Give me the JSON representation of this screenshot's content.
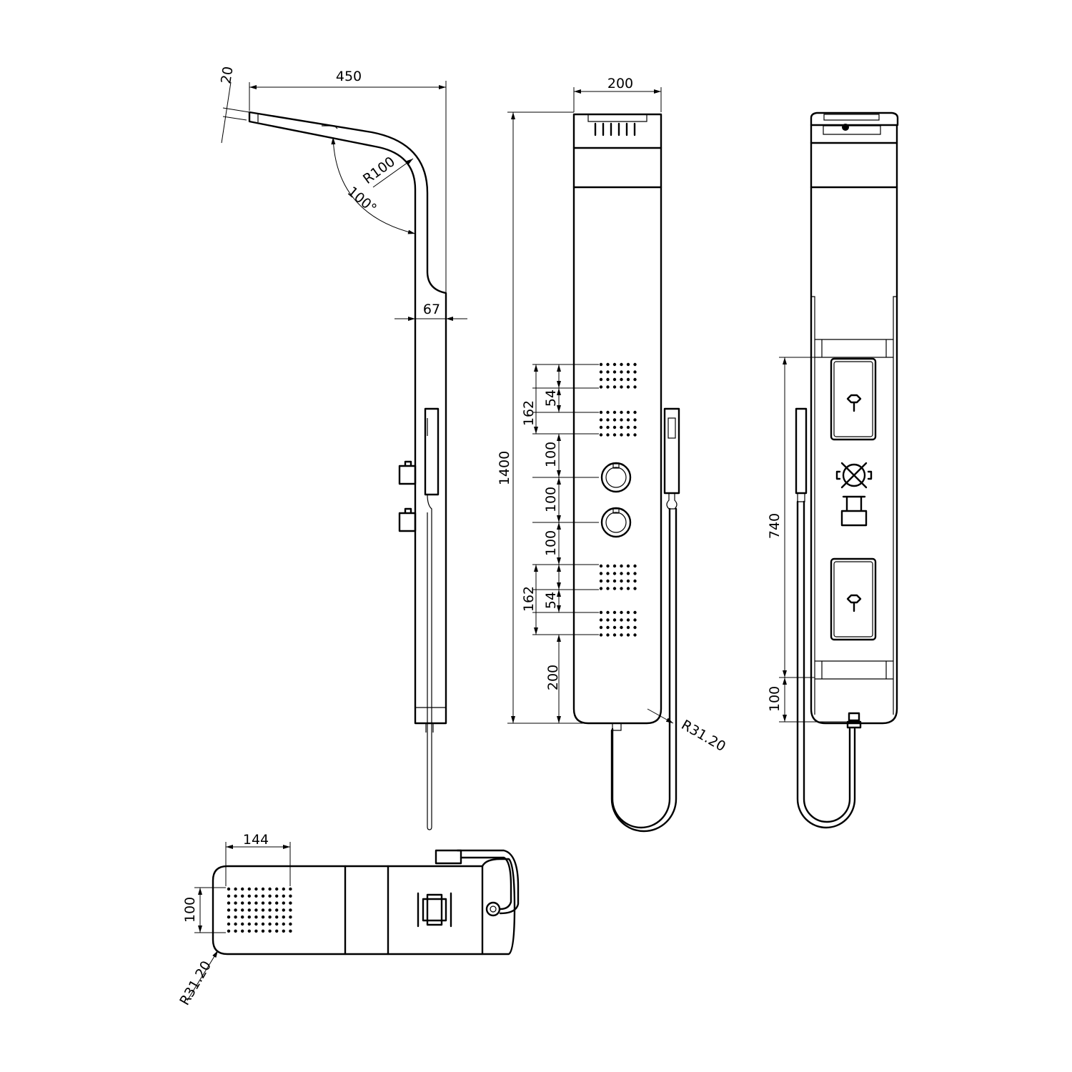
{
  "colors": {
    "line": "#000000",
    "background": "#ffffff"
  },
  "side_view": {
    "head_thickness": "20",
    "arm_reach": "450",
    "bend_radius": "R100",
    "arm_angle": "100°",
    "body_depth": "67"
  },
  "front_view": {
    "width": "200",
    "height": "1400",
    "jets_top_span": "162",
    "jets_top_pitch": "54",
    "gap_to_knob1": "100",
    "knob_pitch": "100",
    "gap_to_jets": "100",
    "jets_bottom_span": "162",
    "jets_bottom_pitch": "54",
    "bottom_offset": "200",
    "corner_radius": "R31.20"
  },
  "rear_view": {
    "inlet_spacing": "740",
    "inlet_bottom": "100"
  },
  "bottom_view": {
    "jet_width": "144",
    "jet_depth": "100",
    "corner_radius": "R31.20"
  }
}
